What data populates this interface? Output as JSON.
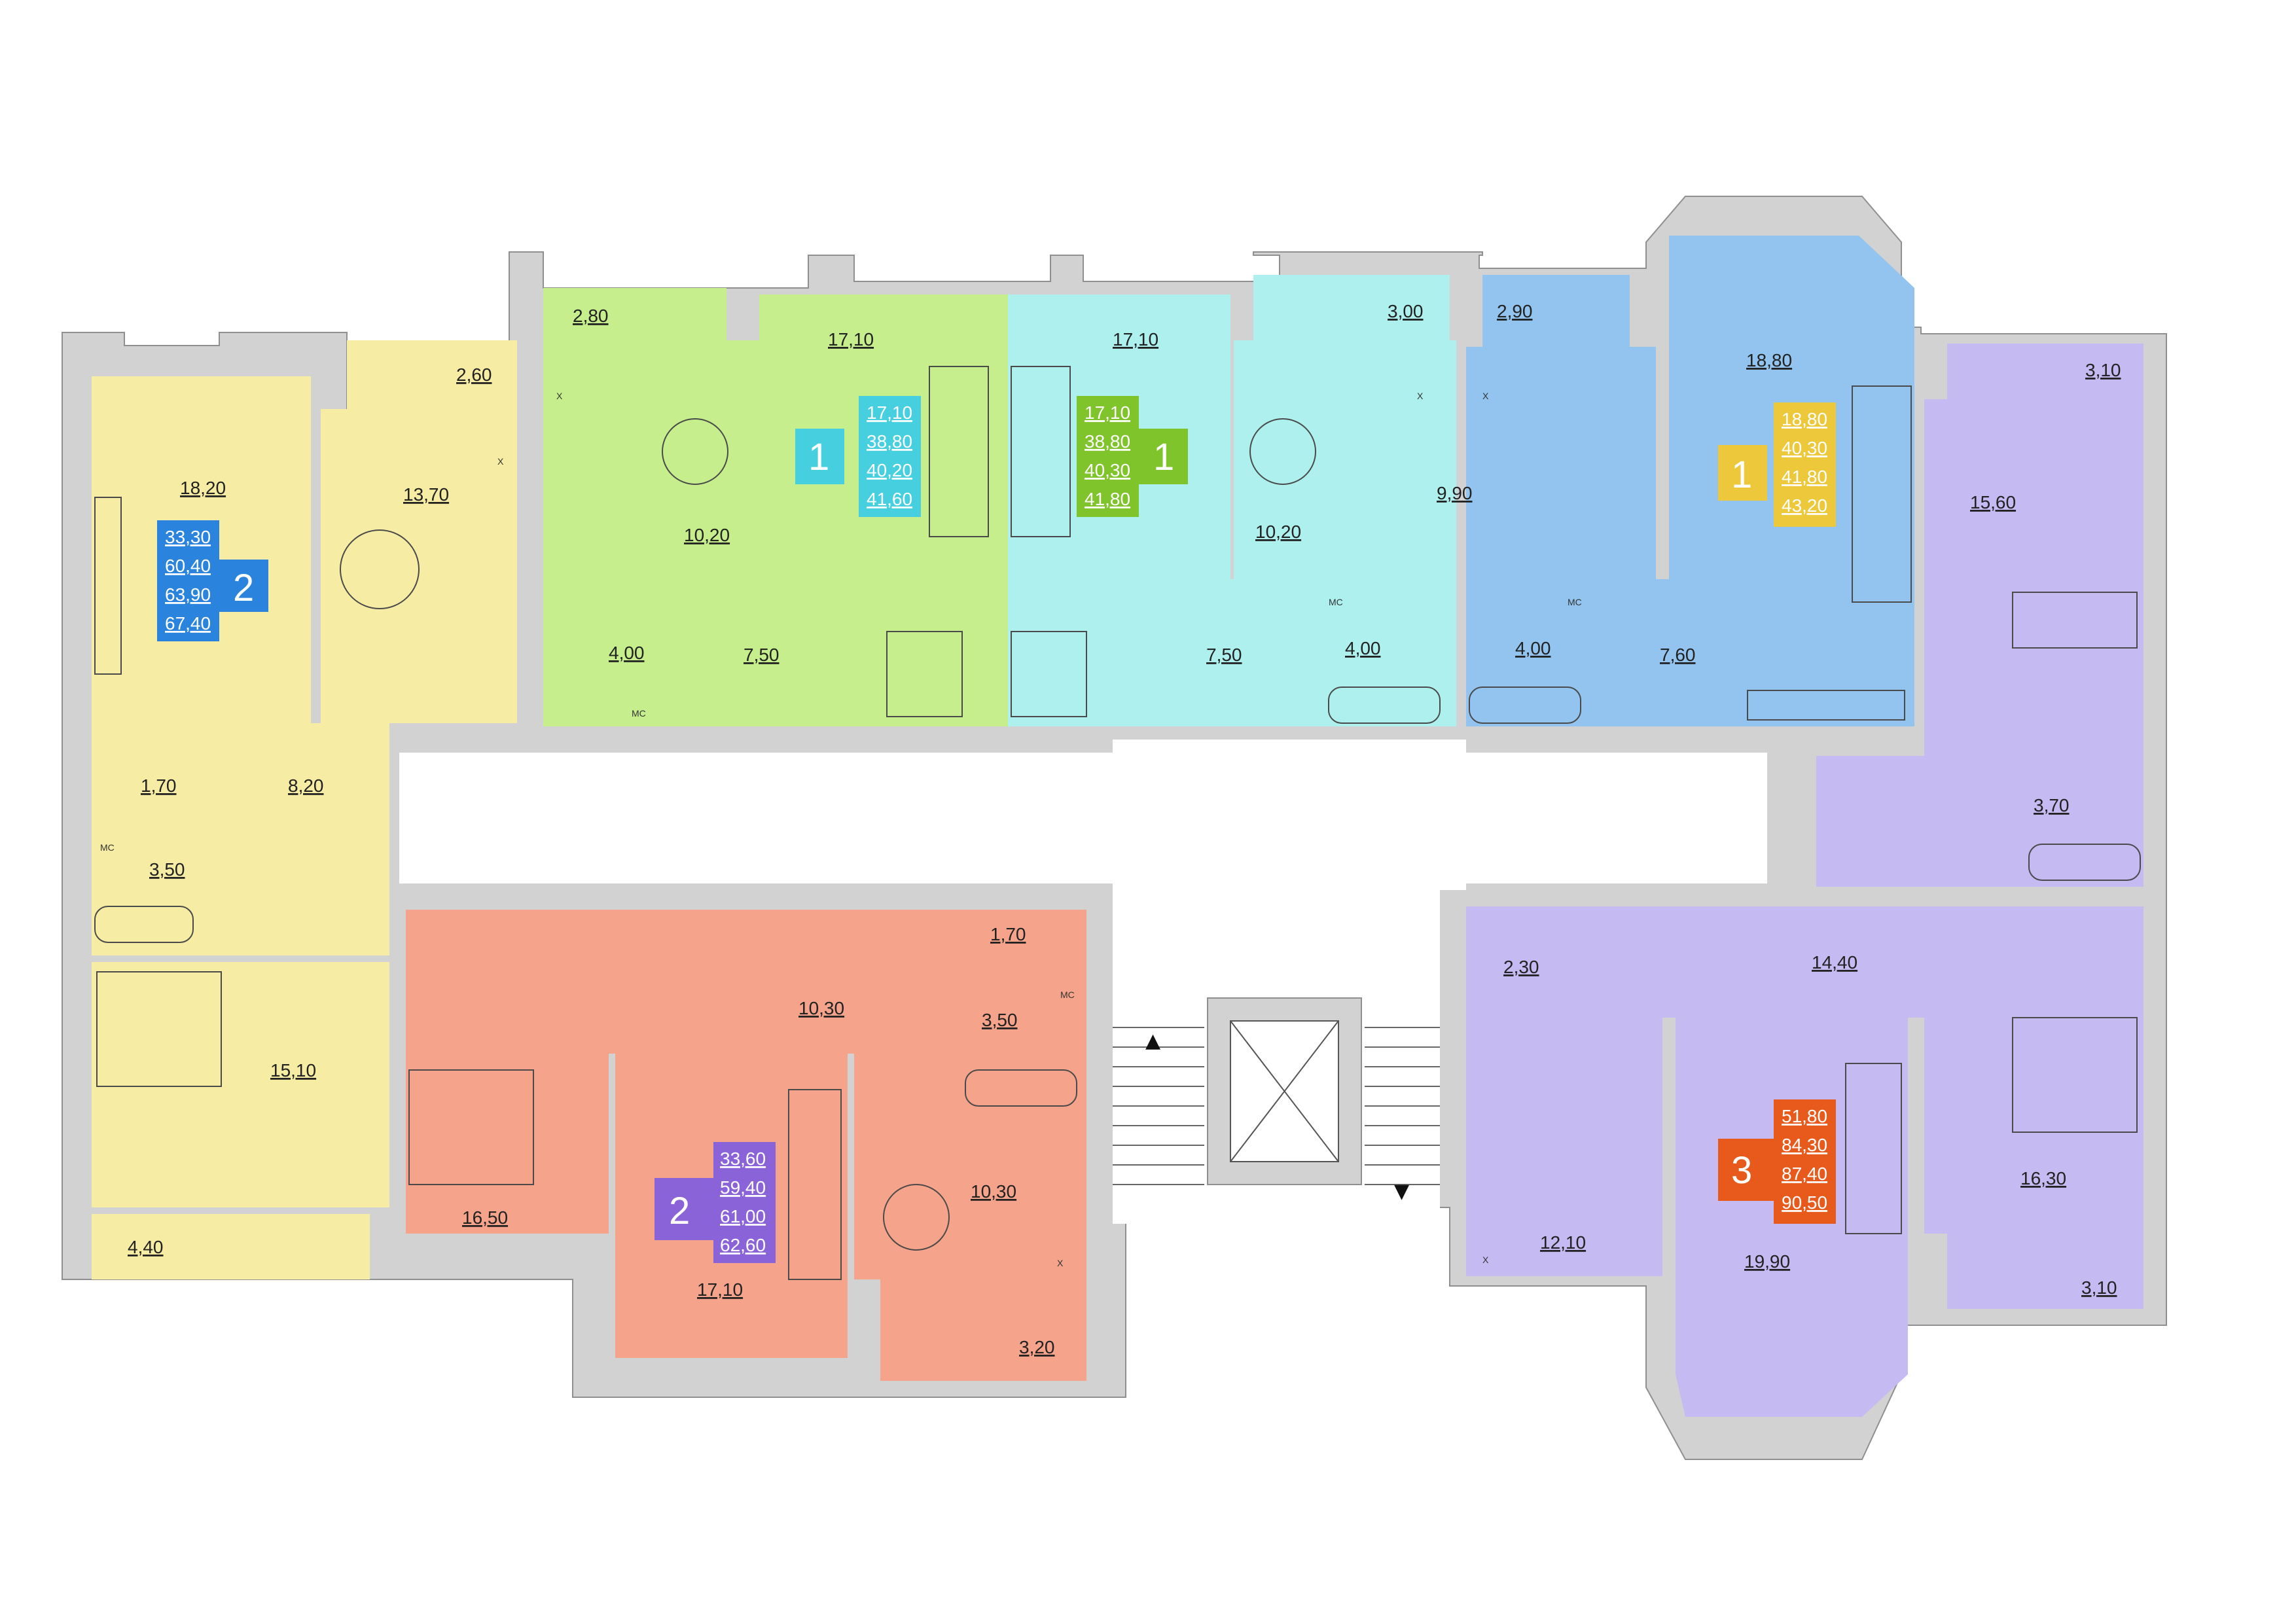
{
  "colors": {
    "apt_2_left": "#f6eca4",
    "apt_1_green": "#c6ee8d",
    "apt_1_cyan": "#aef0ee",
    "apt_1_blue": "#92c4ef",
    "apt_3_purple": "#c6baf2",
    "apt_2_orange": "#f5a38b",
    "wall": "#d2d2d2",
    "badge_blue": "#2a83dc",
    "badge_cyan": "#45cfdf",
    "badge_green": "#7ec42a",
    "badge_yellow": "#ecc83a",
    "badge_orange": "#e85a1c",
    "badge_violet": "#8a63d8"
  },
  "apartments": [
    {
      "id": "apt-2-left",
      "rooms_count": "2",
      "areas": [
        "33,30",
        "60,40",
        "63,90",
        "67,40"
      ]
    },
    {
      "id": "apt-1-green",
      "rooms_count": "1",
      "areas": [
        "17,10",
        "38,80",
        "40,20",
        "41,60"
      ]
    },
    {
      "id": "apt-1-cyan",
      "rooms_count": "1",
      "areas": [
        "17,10",
        "38,80",
        "40,30",
        "41,80"
      ]
    },
    {
      "id": "apt-1-blue",
      "rooms_count": "1",
      "areas": [
        "18,80",
        "40,30",
        "41,80",
        "43,20"
      ]
    },
    {
      "id": "apt-2-bottom",
      "rooms_count": "2",
      "areas": [
        "33,60",
        "59,40",
        "61,00",
        "62,60"
      ]
    },
    {
      "id": "apt-3-right",
      "rooms_count": "3",
      "areas": [
        "51,80",
        "84,30",
        "87,40",
        "90,50"
      ]
    }
  ],
  "rooms": [
    {
      "text": "2,80"
    },
    {
      "text": "17,10"
    },
    {
      "text": "17,10"
    },
    {
      "text": "3,00"
    },
    {
      "text": "2,90"
    },
    {
      "text": "18,80"
    },
    {
      "text": "2,60"
    },
    {
      "text": "3,10"
    },
    {
      "text": "18,20"
    },
    {
      "text": "13,70"
    },
    {
      "text": "10,20"
    },
    {
      "text": "10,20"
    },
    {
      "text": "9,90"
    },
    {
      "text": "15,60"
    },
    {
      "text": "4,00"
    },
    {
      "text": "7,50"
    },
    {
      "text": "7,50"
    },
    {
      "text": "4,00"
    },
    {
      "text": "4,00"
    },
    {
      "text": "7,60"
    },
    {
      "text": "1,70"
    },
    {
      "text": "8,20"
    },
    {
      "text": "3,70"
    },
    {
      "text": "3,50"
    },
    {
      "text": "1,70"
    },
    {
      "text": "2,30"
    },
    {
      "text": "14,40"
    },
    {
      "text": "10,30"
    },
    {
      "text": "3,50"
    },
    {
      "text": "15,10"
    },
    {
      "text": "10,30"
    },
    {
      "text": "16,50"
    },
    {
      "text": "12,10"
    },
    {
      "text": "16,30"
    },
    {
      "text": "17,10"
    },
    {
      "text": "19,90"
    },
    {
      "text": "4,40"
    },
    {
      "text": "3,10"
    },
    {
      "text": "3,20"
    }
  ],
  "stair_labels": {
    "mc": "МС",
    "x": "X"
  }
}
